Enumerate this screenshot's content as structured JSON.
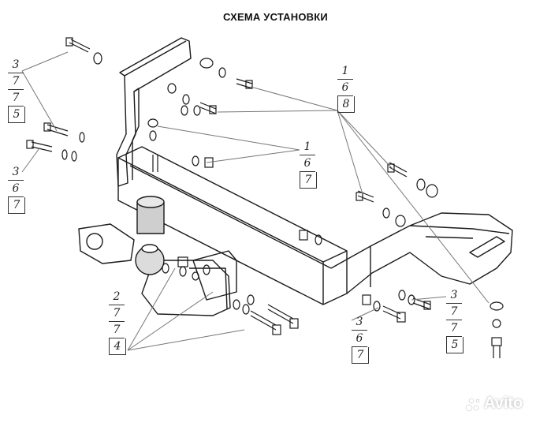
{
  "title": "СХЕМА УСТАНОВКИ",
  "legends": {
    "top_left": [
      "3",
      "7",
      "7",
      "5"
    ],
    "mid_left": [
      "3",
      "6",
      "7"
    ],
    "top_right": [
      "1",
      "6",
      "8"
    ],
    "center": [
      "1",
      "6",
      "7"
    ],
    "bottom_left": [
      "2",
      "7",
      "7",
      "4"
    ],
    "bottom_center": [
      "3",
      "6",
      "7"
    ],
    "bottom_right": [
      "3",
      "7",
      "7",
      "5"
    ]
  },
  "watermark": "Avito",
  "colors": {
    "line": "#1a1a1a",
    "leader": "#777777",
    "background": "#ffffff"
  }
}
